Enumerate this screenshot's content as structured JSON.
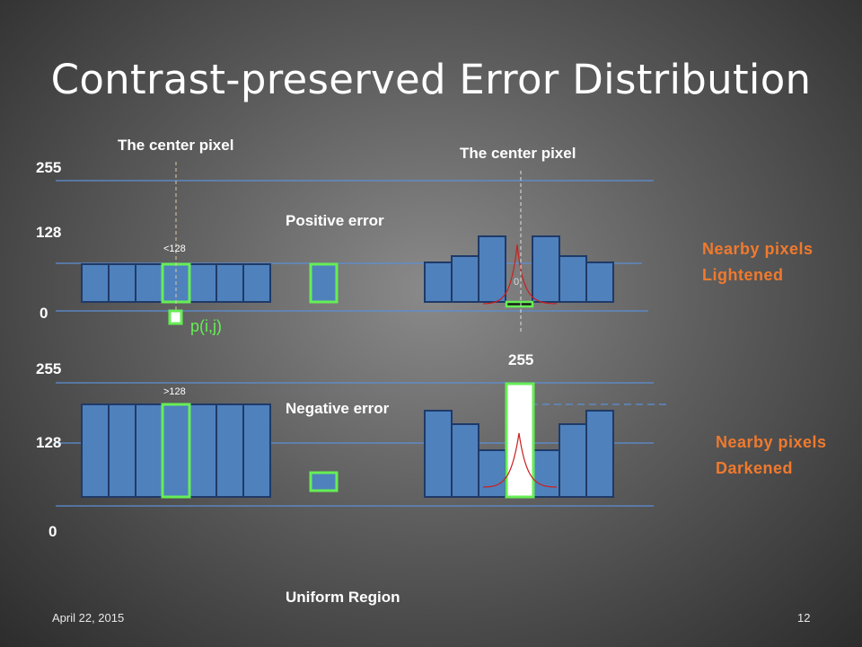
{
  "title": "Contrast-preserved Error Distribution",
  "top": {
    "center_left": "The center pixel",
    "center_right": "The center pixel",
    "y_255": "255",
    "y_128": "128",
    "y_0": "0",
    "threshold_note": "<128",
    "error_label": "Positive error",
    "zero_label": "0",
    "pixel_label": "p(i,j)",
    "nearby_line1": "Nearby pixels",
    "nearby_line2": "Lightened"
  },
  "bottom": {
    "y_255": "255",
    "y_128": "128",
    "y_0": "0",
    "threshold_note": ">128",
    "error_label": "Negative error",
    "center_value": "255",
    "nearby_line1": "Nearby pixels",
    "nearby_line2": "Darkened"
  },
  "region_label": "Uniform Region",
  "footer": {
    "date": "April 22, 2015",
    "page": "12"
  },
  "colors": {
    "bar_fill": "#4f81bd",
    "bar_stroke": "#1f3a68",
    "highlight": "#66ee55",
    "accent": "#f07a2e",
    "curve": "#cc1f1f"
  }
}
